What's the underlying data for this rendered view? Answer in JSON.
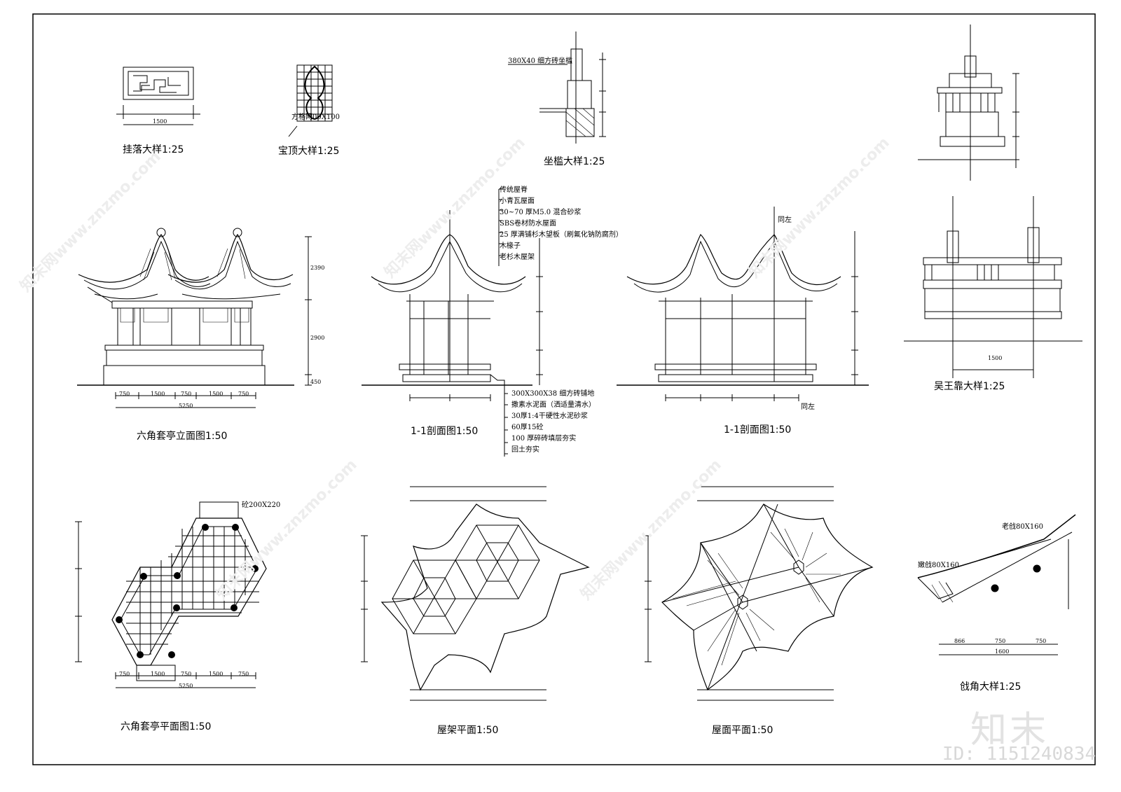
{
  "titles": {
    "guaLuo": "挂落大样1:25",
    "baoDing": "宝顶大样1:25",
    "zuoJian": "坐槛大样1:25",
    "wuWangKao": "吴王靠大样1:25",
    "elevation": "六角套亭立面图1:50",
    "section1": "1-1剖面图1:50",
    "section2": "1-1剖面图1:50",
    "plan": "六角套亭平面图1:50",
    "roofFrame": "屋架平面1:50",
    "roofPlan": "屋面平面1:50",
    "qiangJiao": "戗角大样1:25"
  },
  "roofLayers": [
    "传统屋脊",
    "小青瓦屋面",
    "30~70 厚M5.0 混合砂浆",
    "SBS卷材防水屋面",
    "25 厚满铺杉木望板（刷氟化钠防腐剂）",
    "木椽子",
    "老杉木屋架"
  ],
  "floorLayers": [
    "300X300X38 细方砖铺地",
    "撒素水泥面（洒适量清水）",
    "30厚1:4干硬性水泥砂浆",
    "60厚15砼",
    "100 厚碎砖填层夯实",
    "回土夯实"
  ],
  "labels": {
    "fangGe": "方格网00X100",
    "zuoJianBrick": "380X40 细方砖坐槛",
    "tongZuo": "同左",
    "tongZuo2": "同左",
    "laoJiao": "老戗80X160",
    "nenJiao": "嫩戗80X160",
    "colSize": "砼200X220"
  },
  "dims": {
    "plan": [
      "750",
      "1500",
      "750",
      "1500",
      "750"
    ],
    "planTotal": "5250",
    "elev": [
      "750",
      "1500",
      "750",
      "1500",
      "750"
    ],
    "elevTotal": "5250",
    "guaLuoTotal": "1500",
    "wuWangTotal": "1500",
    "qiang": [
      "866",
      "750",
      "750"
    ],
    "qiangTotal": "1600",
    "heights": [
      "2390",
      "2900",
      "450"
    ]
  },
  "watermark": {
    "logo": "知末",
    "id": "ID: 1151240834",
    "site": "知末网www.znzmo.com"
  }
}
